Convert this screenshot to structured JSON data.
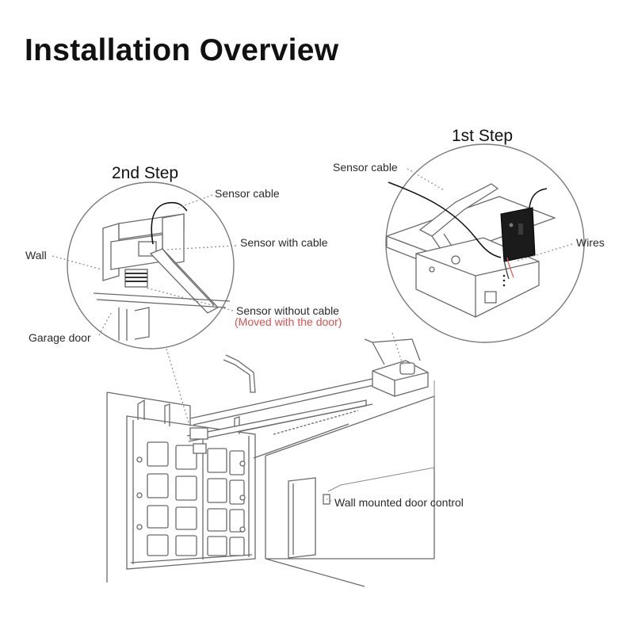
{
  "title": "Installation Overview",
  "steps": {
    "second": "2nd Step",
    "first": "1st Step"
  },
  "labels": {
    "sensor_cable_left": "Sensor cable",
    "sensor_with_cable": "Sensor with cable",
    "wall": "Wall",
    "sensor_without_cable": "Sensor without cable",
    "moved_with_door": "(Moved with the door)",
    "garage_door": "Garage door",
    "sensor_cable_right": "Sensor cable",
    "wires": "Wires",
    "wall_control": "Wall mounted door control"
  },
  "colors": {
    "accent_red": "#d9534f",
    "line": "#6a6a6a"
  }
}
